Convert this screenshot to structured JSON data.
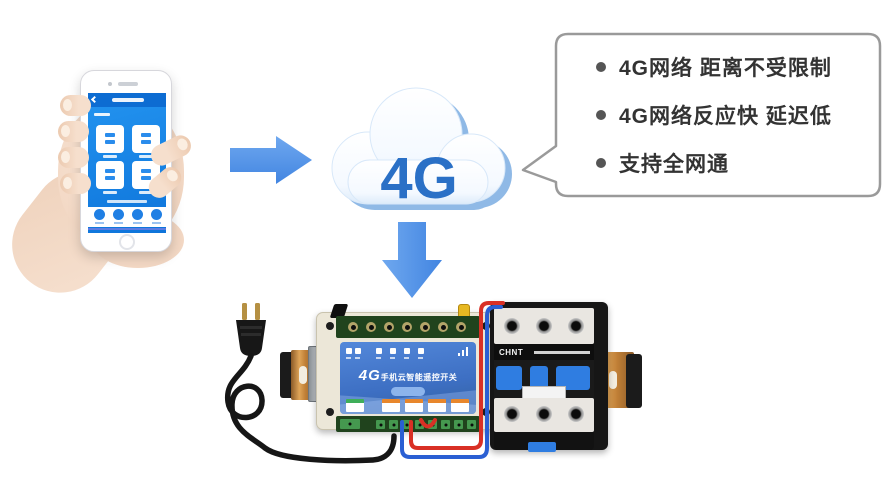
{
  "cloud": {
    "label": "4G"
  },
  "callout": {
    "items": [
      "4G网络 距离不受限制",
      "4G网络反应快 延迟低",
      "支持全网通"
    ]
  },
  "controller": {
    "logo": "4G",
    "title": "手机云智能遥控开关"
  },
  "contactor": {
    "brand": "CHNT"
  },
  "icons": {
    "right_arrow": "right-arrow-icon",
    "down_arrow": "down-arrow-icon",
    "cloud": "4g-cloud-icon",
    "bullet": "bullet-dot-icon",
    "signal": "signal-bars-icon",
    "antenna": "antenna-connector-icon",
    "home": "home-button-icon"
  },
  "colors": {
    "arrow_blue": "#4a8ee6",
    "cloud_text_blue": "#2a70c6",
    "app_blue": "#1e86ea",
    "panel_blue": "#4678cc",
    "contactor_blue": "#2f7de1",
    "wire_red": "#d93025",
    "wire_blue": "#2a5fd3",
    "rail_copper": "#c8813f",
    "case_cream": "#ece7d8",
    "callout_border": "#9a9a9a",
    "text_dark": "#333333"
  }
}
